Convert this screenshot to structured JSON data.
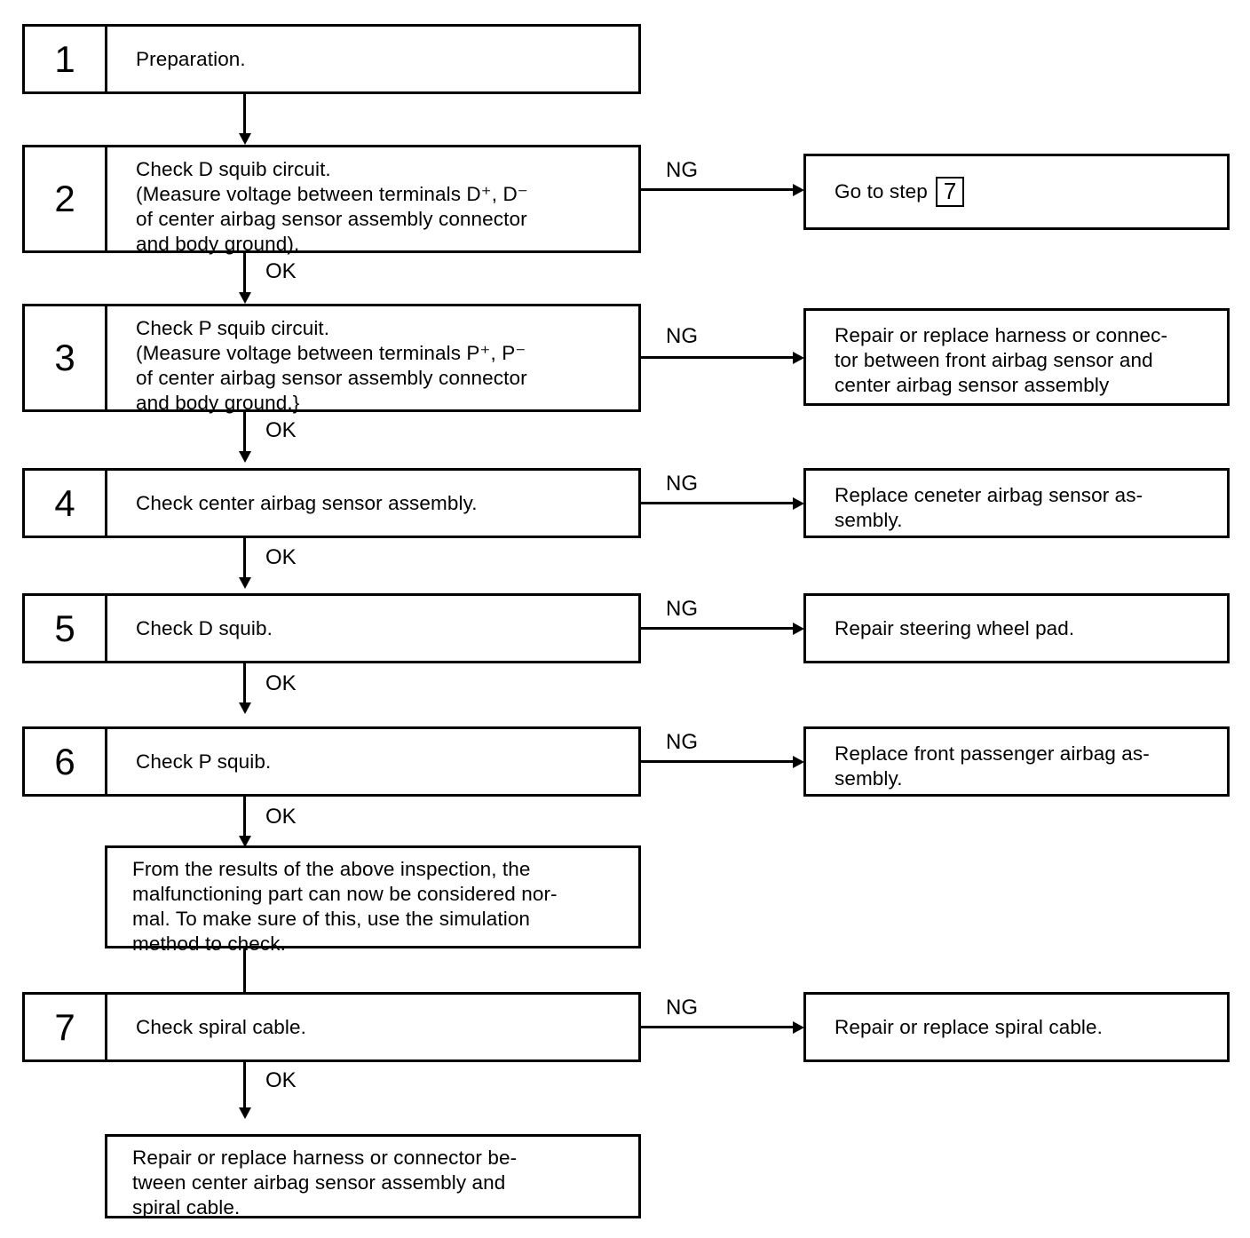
{
  "diagram": {
    "title": "Airbag system diagnostic troubleshooting flowchart",
    "edge_labels": {
      "ok": "OK",
      "ng": "NG"
    },
    "colors": {
      "line": "#000000",
      "background": "#ffffff",
      "text": "#000000"
    }
  },
  "steps": [
    {
      "number": "1",
      "text": "Preparation.",
      "ok_label": "OK",
      "ng_label": null,
      "ng_target": null
    },
    {
      "number": "2",
      "text": "Check D squib circuit.\n(Measure voltage between terminals D⁺, D⁻\nof center airbag sensor assembly connector\nand body ground).",
      "ok_label": "OK",
      "ng_label": "NG",
      "ng_target": "Go to step"
    },
    {
      "number": "3",
      "text": "Check P squib circuit.\n(Measure voltage between terminals P⁺, P⁻\nof center airbag sensor assembly connector\nand body ground.}",
      "ok_label": "OK",
      "ng_label": "NG",
      "ng_target": "Repair or replace harness or connec-\ntor between front airbag sensor and\ncenter airbag sensor assembly"
    },
    {
      "number": "4",
      "text": "Check center airbag sensor assembly.",
      "ok_label": "OK",
      "ng_label": "NG",
      "ng_target": "Replace ceneter airbag sensor as-\nsembly."
    },
    {
      "number": "5",
      "text": "Check D squib.",
      "ok_label": "OK",
      "ng_label": "NG",
      "ng_target": "Repair steering wheel pad."
    },
    {
      "number": "6",
      "text": "Check P squib.",
      "ok_label": "OK",
      "ng_label": "NG",
      "ng_target": "Replace front passenger airbag as-\nsembly."
    },
    {
      "number": "7",
      "text": "Check spiral cable.",
      "ok_label": "OK",
      "ng_label": "NG",
      "ng_target": "Repair or replace spiral cable."
    }
  ],
  "notes": {
    "simulation_note": "From the results of the above inspection, the\nmalfunctioning part can now be considered nor-\nmal. To make sure of this, use the simulation\nmethod to check.",
    "final_action": "Repair or replace harness or connector be-\ntween center airbag sensor assembly and\nspiral cable."
  },
  "goto_reference": {
    "prefix": "Go to step",
    "step_number": "7"
  }
}
